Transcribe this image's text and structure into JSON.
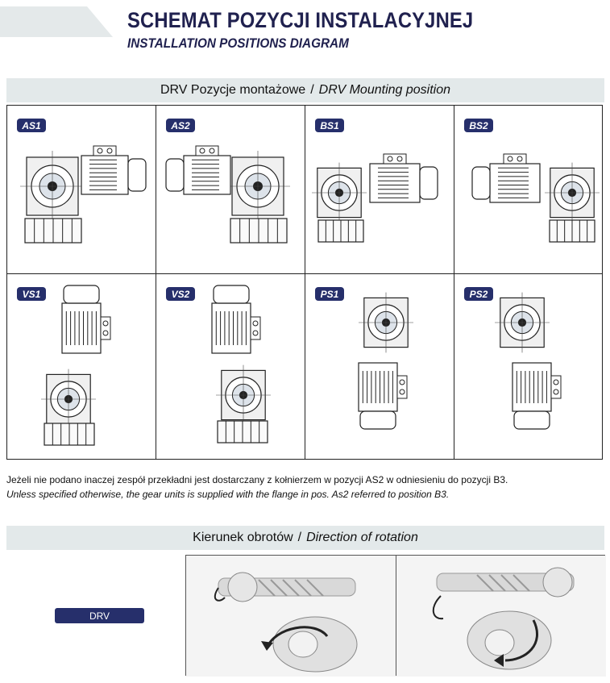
{
  "header": {
    "title_pl": "SCHEMAT POZYCJI INSTALACYJNEJ",
    "title_en": "INSTALLATION POSITIONS DIAGRAM"
  },
  "mounting": {
    "heading_pl": "DRV Pozycje montażowe",
    "separator": "/",
    "heading_en": "DRV Mounting position",
    "positions": [
      {
        "label": "AS1"
      },
      {
        "label": "AS2"
      },
      {
        "label": "BS1"
      },
      {
        "label": "BS2"
      },
      {
        "label": "VS1"
      },
      {
        "label": "VS2"
      },
      {
        "label": "PS1"
      },
      {
        "label": "PS2"
      }
    ]
  },
  "notes": {
    "pl": "Jeżeli nie podano inaczej zespół przekładni jest dostarczany z kołnierzem w pozycji AS2 w odniesieniu do pozycji B3.",
    "en": "Unless specified otherwise, the gear units is supplied with the flange in pos. As2 referred to position B3."
  },
  "rotation": {
    "heading_pl": "Kierunek obrotów",
    "separator": "/",
    "heading_en": "Direction of rotation",
    "badge": "DRV"
  },
  "colors": {
    "navy": "#262f6b",
    "title": "#20214f",
    "band": "#e3e9ea"
  }
}
